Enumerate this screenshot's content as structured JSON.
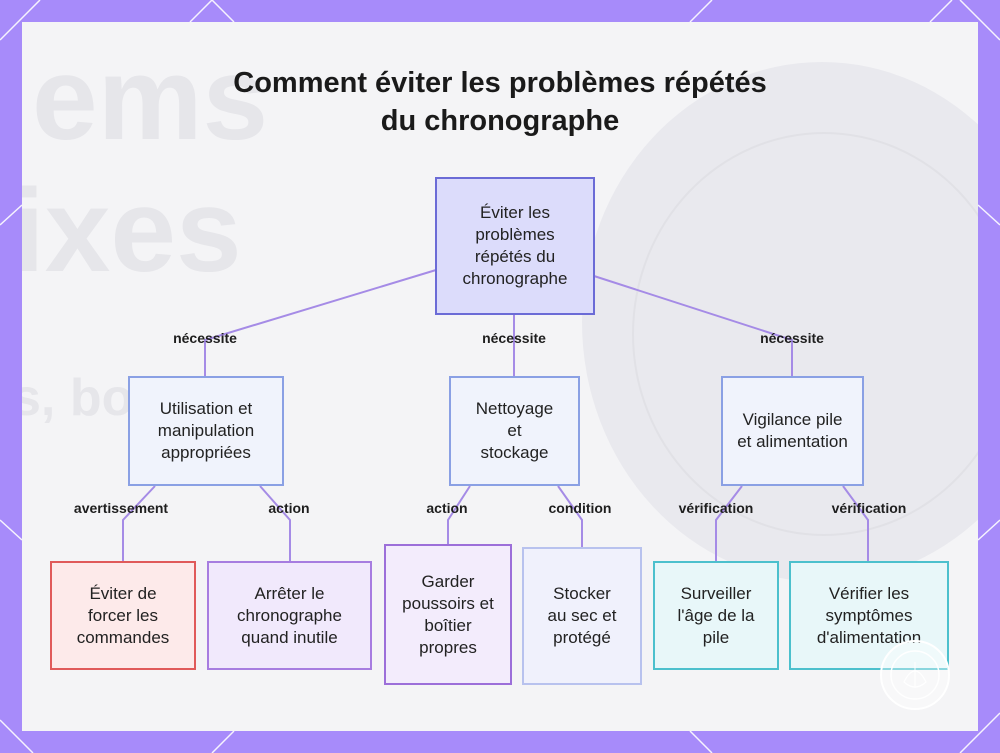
{
  "title": {
    "line1": "Comment éviter les problèmes répétés",
    "line2": "du chronographe"
  },
  "background_text": [
    "ems",
    "ixes",
    "s, bo  pods"
  ],
  "nodes": {
    "root": "Éviter les problèmes répétés du chronographe",
    "usage": "Utilisation et manipulation appropriées",
    "cleaning": "Nettoyage et stockage",
    "battery": "Vigilance pile et alimentation",
    "avoid_force": "Éviter de forcer les commandes",
    "stop_chrono": "Arrêter le chronographe quand inutile",
    "keep_clean": "Garder poussoirs et boîtier propres",
    "store_dry": "Stocker au sec et protégé",
    "battery_age": "Surveiller l'âge de la pile",
    "power_symptoms": "Vérifier les symptômes d'alimentation"
  },
  "edge_labels": {
    "root_usage": "nécessite",
    "root_cleaning": "nécessite",
    "root_battery": "nécessite",
    "usage_avoid": "avertissement",
    "usage_stop": "action",
    "cleaning_keep": "action",
    "cleaning_store": "condition",
    "battery_age": "vérification",
    "battery_symptoms": "vérification"
  },
  "colors": {
    "frame": "#a78bfa",
    "edge": "#a58be6",
    "root_fill": "#dcdcfb",
    "warning_border": "#e05a5a",
    "action_border": "#a77de0",
    "check_border": "#4cc0cd"
  }
}
